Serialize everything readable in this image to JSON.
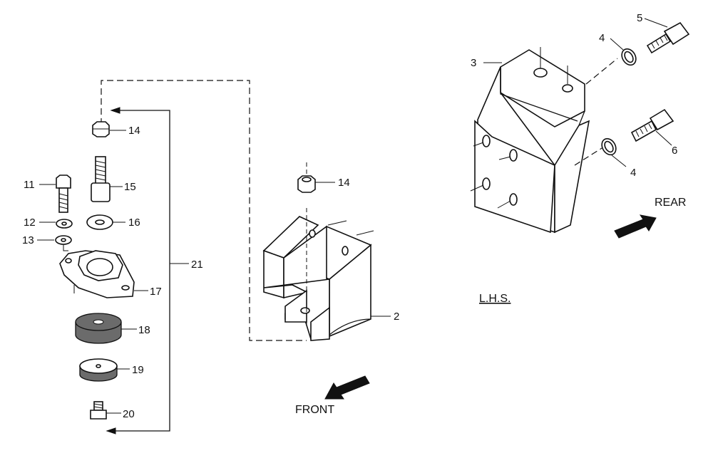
{
  "callouts": {
    "c2": "2",
    "c3": "3",
    "c4a": "4",
    "c4b": "4",
    "c5": "5",
    "c6": "6",
    "c11": "11",
    "c12": "12",
    "c13": "13",
    "c14a": "14",
    "c14b": "14",
    "c15": "15",
    "c16": "16",
    "c17": "17",
    "c18": "18",
    "c19": "19",
    "c20": "20",
    "c21": "21"
  },
  "labels": {
    "front": "FRONT",
    "rear": "REAR",
    "side": "L.H.S."
  }
}
